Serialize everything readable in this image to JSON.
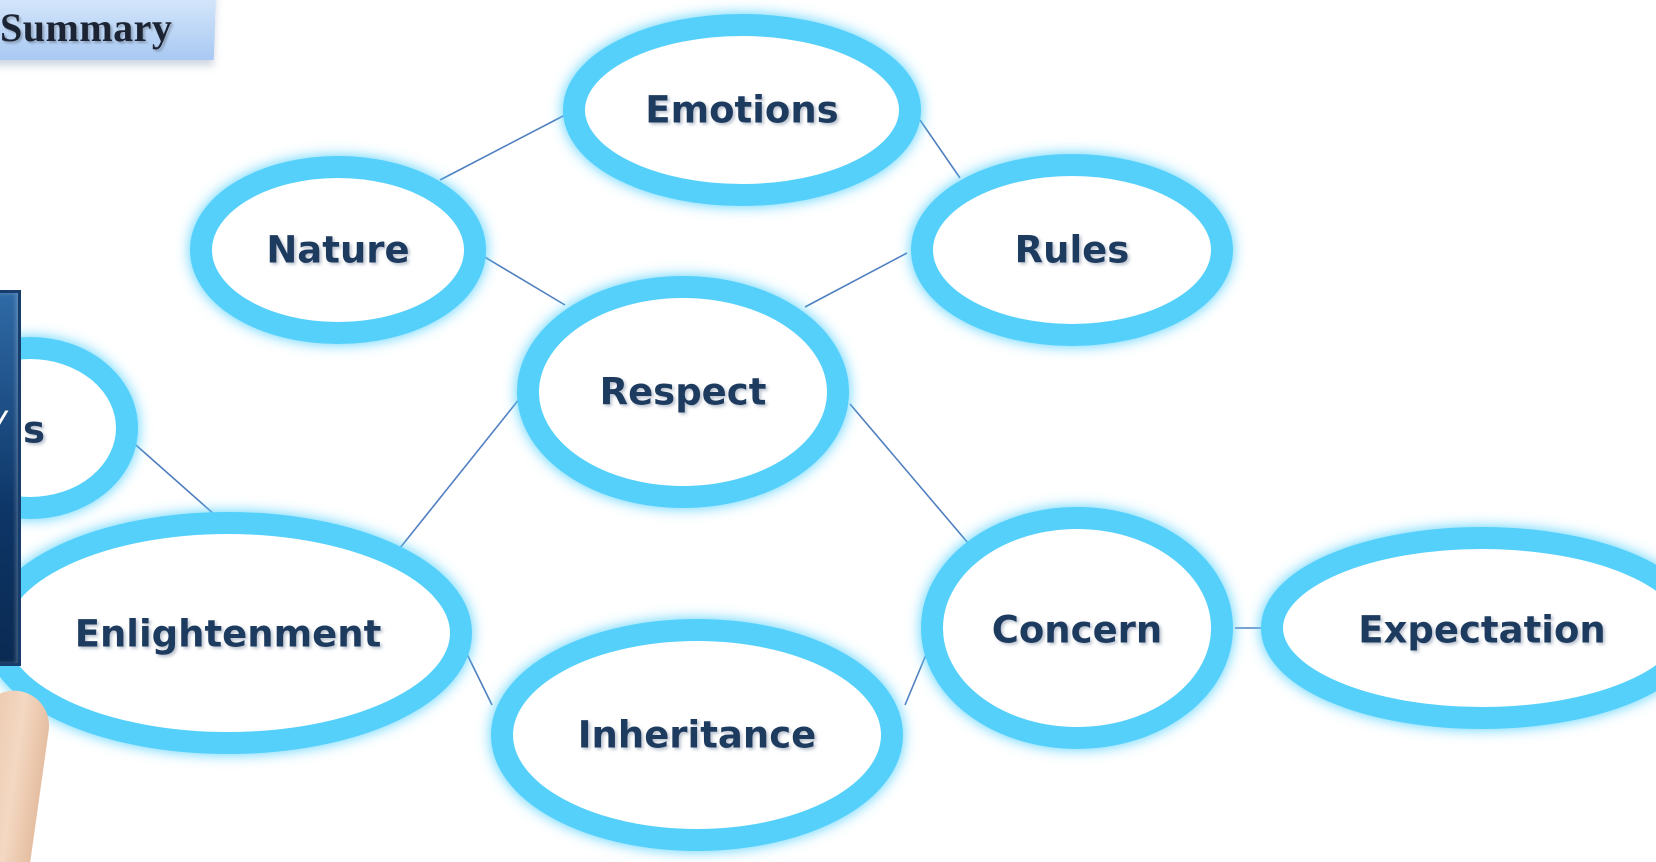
{
  "title": "Summary",
  "colors": {
    "ring": "#55d0fb",
    "glow": "#9fe6ff",
    "connector": "#4f7fbf",
    "label": "#1f3a5f",
    "tablet": "#0d3566",
    "title_tab": "#a9c9f3"
  },
  "nodes": {
    "emotions": "Emotions",
    "nature": "Nature",
    "rules": "Rules",
    "respect": "Respect",
    "enlightenment": "Enlightenment",
    "inheritance": "Inheritance",
    "concern": "Concern",
    "expectation": "Expectation",
    "partial_left": "s"
  },
  "partial_script": "y"
}
